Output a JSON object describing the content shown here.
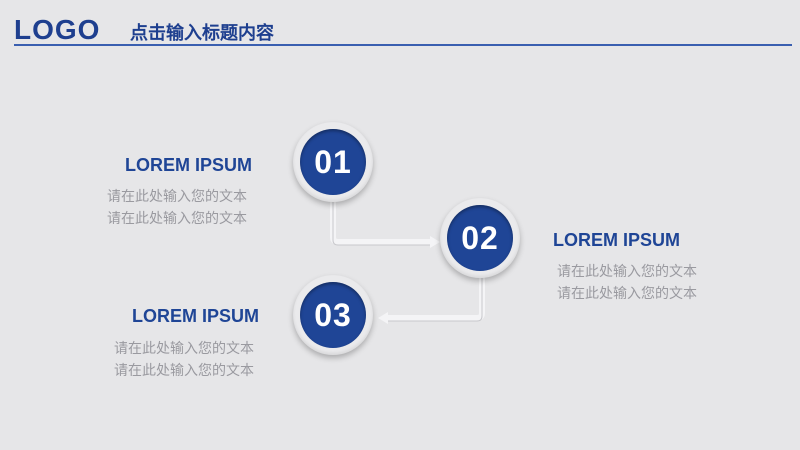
{
  "header": {
    "logo": "LOGO",
    "title": "点击输入标题内容"
  },
  "steps": [
    {
      "number": "01",
      "heading": "LOREM IPSUM",
      "lines": [
        "请在此处输入您的文本",
        "请在此处输入您的文本"
      ]
    },
    {
      "number": "02",
      "heading": "LOREM IPSUM",
      "lines": [
        "请在此处输入您的文本",
        "请在此处输入您的文本"
      ]
    },
    {
      "number": "03",
      "heading": "LOREM IPSUM",
      "lines": [
        "请在此处输入您的文本",
        "请在此处输入您的文本"
      ]
    }
  ],
  "colors": {
    "primary": "#1f4596",
    "background": "#e6e6e8",
    "text_muted": "#9a9aa0"
  }
}
